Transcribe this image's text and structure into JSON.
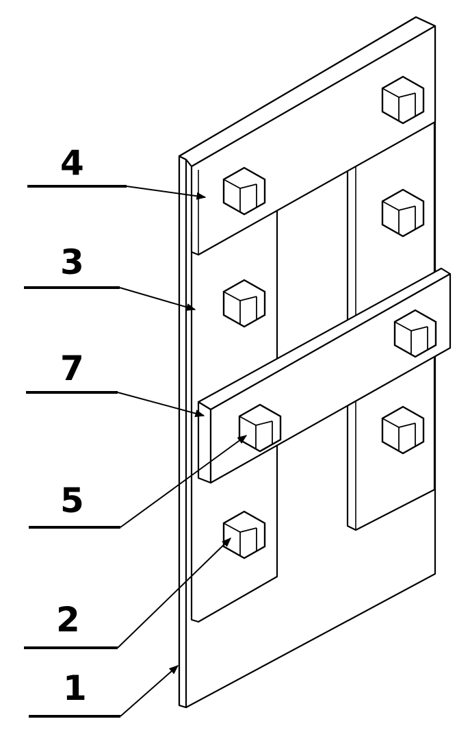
{
  "callouts": [
    {
      "id": "label-4",
      "text": "4"
    },
    {
      "id": "label-3",
      "text": "3"
    },
    {
      "id": "label-7",
      "text": "7"
    },
    {
      "id": "label-5",
      "text": "5"
    },
    {
      "id": "label-2",
      "text": "2"
    },
    {
      "id": "label-1",
      "text": "1"
    }
  ]
}
